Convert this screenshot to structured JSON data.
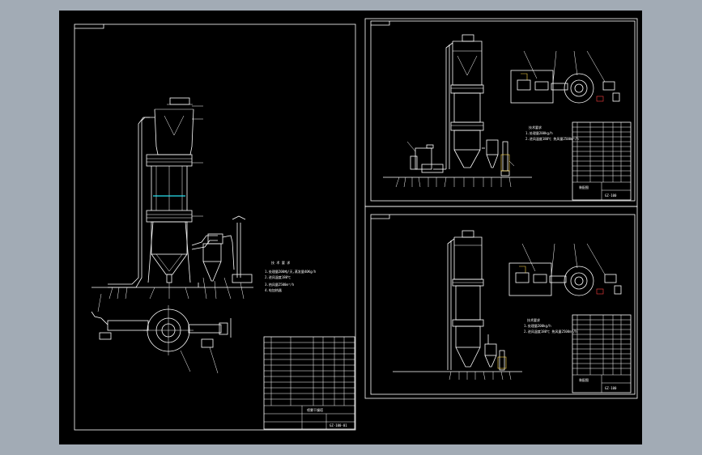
{
  "canvas": {
    "background": "#a2abb5",
    "sheet_color": "#000000",
    "line_color": "#ffffff",
    "accent_color": "#28e0f0"
  },
  "main_panel": {
    "notes": [
      "技 术 要 求",
      "1.处理量200吨/天,蒸发量40Kg/h",
      "2.进风温度180℃",
      "3.热风量2500m³/h",
      "4.电加热器"
    ],
    "table_title": "喷雾干燥塔",
    "table_code": "GZ-100-01"
  },
  "top_right_panel": {
    "notes": [
      "技术要求",
      "1.处理量200kg/h",
      "2.进风温度180℃ 热风量2500m³/h"
    ],
    "table_title": "装配图",
    "table_code": "GZ-100"
  },
  "bottom_right_panel": {
    "notes": [
      "技术要求",
      "1.处理量200kg/h",
      "2.进风温度180℃ 热风量2500m³/h"
    ],
    "table_title": "装配图",
    "table_code": "GZ-100"
  }
}
